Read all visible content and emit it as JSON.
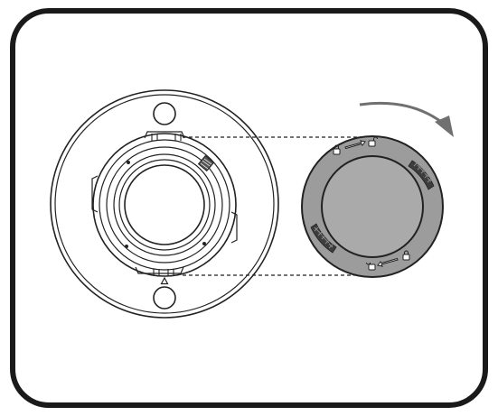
{
  "figure": {
    "colors": {
      "frame": "#1a1a1a",
      "line": "#222222",
      "cap_fill": "#9c9c9c",
      "cap_center": "#aaaaaa",
      "grip": "#3d3d3d",
      "arrow": "#707070",
      "background": "#ffffff"
    },
    "icons": [
      "mount-base",
      "lens-mount-ring",
      "rear-lens-cap",
      "rotate-clockwise-arrow",
      "lock-icon",
      "unlock-icon",
      "alignment-triangle"
    ]
  }
}
